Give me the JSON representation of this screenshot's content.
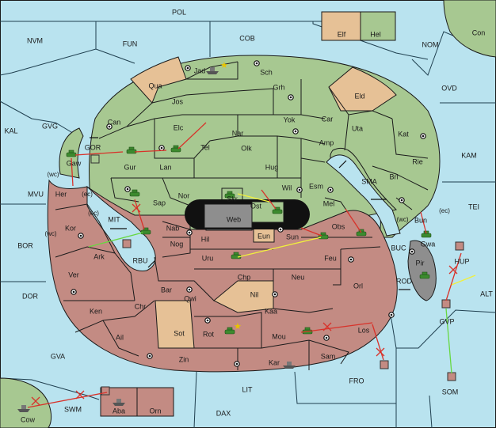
{
  "colors": {
    "sea": "#b9e3ef",
    "green_power": "#a7c891",
    "red_power": "#c38b83",
    "neutral": "#e6c196",
    "impassable": "#111111",
    "grey_power": "#8e8e8e",
    "order_red": "#d8322a",
    "order_yellow": "#f1f03c",
    "order_green": "#67d840",
    "unit_green": "#3c8a2e"
  },
  "sea_labels": {
    "pol": "POL",
    "fun": "FUN",
    "cob": "COB",
    "nvm": "NVM",
    "nom": "NOM",
    "con": "Con",
    "ovd": "OVD",
    "kal": "KAL",
    "gvg": "GVG",
    "gor": "GOR",
    "kam": "KAM",
    "sma": "SMA",
    "tei": "TEI",
    "mvu": "MVU",
    "mit": "MIT",
    "bor": "BOR",
    "rbu": "RBU",
    "buc": "BUC",
    "rod": "ROD",
    "dor": "DOR",
    "alt": "ALT",
    "gva": "GVA",
    "fro": "FRO",
    "lit": "LIT",
    "swm": "SWM",
    "dax": "DAX",
    "cow": "Cow",
    "som": "SOM",
    "gvp": "GVP",
    "hup": "HUP"
  },
  "legend": {
    "elf": "Elf",
    "hel": "Hel"
  },
  "green_provinces": {
    "jad": "Jad",
    "sch": "Sch",
    "jos": "Jos",
    "grh": "Grh",
    "can": "Can",
    "yok": "Yok",
    "car": "Car",
    "uta": "Uta",
    "kat": "Kat",
    "elc": "Elc",
    "nar": "Nar",
    "tel": "Tel",
    "amp": "Amp",
    "olk": "Olk",
    "rie": "Rie",
    "lan": "Lan",
    "gur": "Gur",
    "hug": "Hug",
    "bri": "Bri",
    "esm": "Esm",
    "wil": "Wil",
    "nor": "Nor",
    "sap": "Sap",
    "mel": "Mel",
    "bun": "Bun",
    "gwa": "Gwa",
    "gaw": "Gaw",
    "sam": "Sam",
    "ost": "Ost",
    "skr": "Skr"
  },
  "neutral_provinces": {
    "qua": "Qua",
    "eld": "Eld",
    "eun": "Eun",
    "nil": "Nil",
    "sot": "Sot"
  },
  "red_provinces": {
    "her": "Her",
    "kor": "Kor",
    "ark": "Ark",
    "ver": "Ver",
    "ken": "Ken",
    "ail": "Ail",
    "chr": "Chr",
    "nab": "Nab",
    "nog": "Nog",
    "hil": "Hil",
    "uru": "Uru",
    "bar": "Bar",
    "qwi": "Qwi",
    "rot": "Rot",
    "zin": "Zin",
    "chp": "Chp",
    "neu": "Neu",
    "kaa": "Kaa",
    "mou": "Mou",
    "kar": "Kar",
    "sun": "Sun",
    "feu": "Feu",
    "obs": "Obs",
    "orl": "Orl",
    "los": "Los",
    "aba": "Aba",
    "orn": "Orn"
  },
  "grey_provinces": {
    "web": "Web",
    "pir": "Pir"
  },
  "coasts": {
    "wc_gaw": "(wc)",
    "ec_her": "(ec)",
    "ec_kor": "(ec)",
    "wc_kor": "(wc)",
    "wc_bun": "(wc)",
    "ec_bun": "(ec)"
  }
}
